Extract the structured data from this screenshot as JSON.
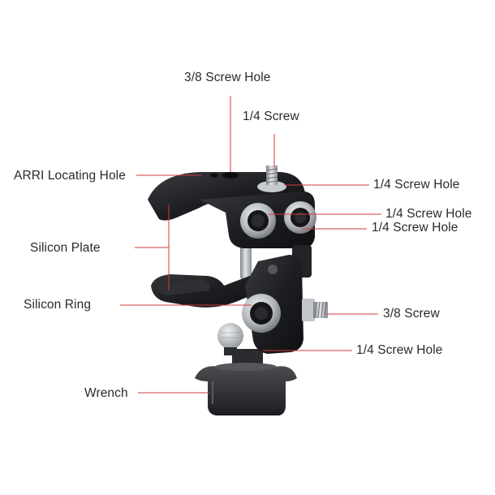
{
  "labels": {
    "screw_hole_38_top": "3/8 Screw Hole",
    "screw_14_top": "1/4 Screw",
    "arri_hole": "ARRI Locating Hole",
    "screw_hole_14_a": "1/4 Screw Hole",
    "screw_hole_14_b": "1/4 Screw Hole",
    "screw_hole_14_c": "1/4 Screw Hole",
    "silicon_plate": "Silicon Plate",
    "silicon_ring": "Silicon Ring",
    "screw_38_side": "3/8 Screw",
    "screw_hole_14_d": "1/4 Screw Hole",
    "wrench": "Wrench"
  },
  "colors": {
    "leader_line": "#d23b3b",
    "body": "#1c1d20",
    "metal": "#a9adb2",
    "label_text": "#2a2a2a"
  },
  "icons": [
    "super-clamp-illustration"
  ]
}
